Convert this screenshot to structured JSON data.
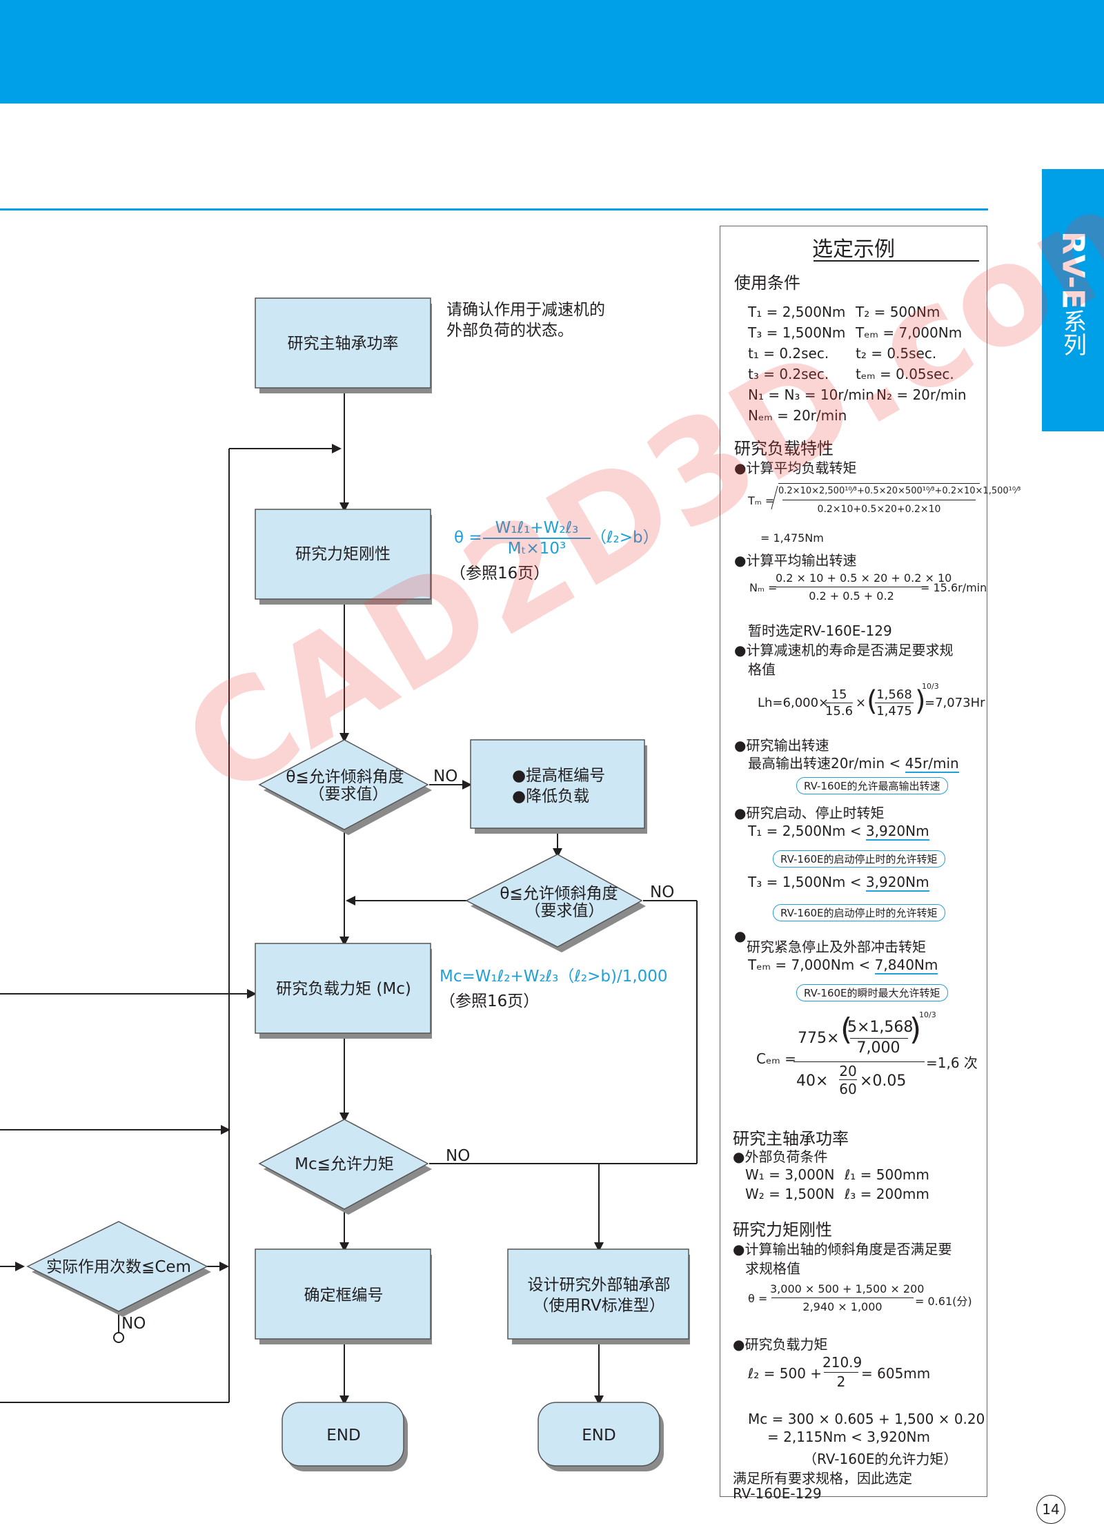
{
  "side_tab": {
    "main": "RV-E",
    "sub": "系列"
  },
  "flow": {
    "box_shaft": "研究主轴承功率",
    "note_shaft_1": "请确认作用于减速机的",
    "note_shaft_2": "外部负荷的状态。",
    "box_stiffness": "研究力矩刚性",
    "formula_theta_num": "W₁ℓ₁+W₂ℓ₃",
    "formula_theta_prefix": "θ =",
    "formula_theta_den": "Mₜ×10³",
    "formula_theta_cond": "（ℓ₂>b）",
    "ref_16_a": "（参照16页）",
    "diamond1_line1": "θ≦允许倾斜角度",
    "diamond1_line2": "（要求值）",
    "no_1": "NO",
    "box_improve_1": "●提高框编号",
    "box_improve_2": "●降低负载",
    "diamond2_line1": "θ≦允许倾斜角度",
    "diamond2_line2": "（要求值）",
    "no_2": "NO",
    "box_load_moment": "研究负载力矩 (Mc)",
    "formula_mc": "Mc=W₁ℓ₂+W₂ℓ₃（ℓ₂>b)/1,000",
    "ref_16_b": "（参照16页）",
    "diamond3": "Mc≦允许力矩",
    "no_3": "NO",
    "box_confirm": "确定框编号",
    "box_design_1": "设计研究外部轴承部",
    "box_design_2": "（使用RV标准型）",
    "end_1": "END",
    "end_2": "END",
    "diamond_cem": "实际作用次数≦Cem",
    "no_4": "NO"
  },
  "panel": {
    "title": "选定示例",
    "cond_head": "使用条件",
    "c1a": "T₁ = 2,500Nm",
    "c1b": "T₂ = 500Nm",
    "c2a": "T₃ = 1,500Nm",
    "c2b": "Tₑₘ = 7,000Nm",
    "c3a": "t₁ = 0.2sec.",
    "c3b": "t₂ = 0.5sec.",
    "c4a": "t₃ = 0.2sec.",
    "c4b": "tₑₘ = 0.05sec.",
    "c5a": "N₁ = N₃ = 10r/min",
    "c5b": "N₂ = 20r/min",
    "c6": "Nₑₘ = 20r/min",
    "load_head": "研究负载特性",
    "avg_torque": "●计算平均负载转矩",
    "tm_lhs": "Tₘ =",
    "tm_num": "0.2×10×2,500¹⁰⁄³+0.5×20×500¹⁰⁄³+0.2×10×1,500¹⁰⁄³",
    "tm_den": "0.2×10+0.5×20+0.2×10",
    "tm_result": "= 1,475Nm",
    "avg_speed": "●计算平均输出转速",
    "nm_lhs": "Nₘ =",
    "nm_num": "0.2 × 10 + 0.5 × 20 + 0.2 × 10",
    "nm_den": "0.2 + 0.5 + 0.2",
    "nm_result": "= 15.6r/min",
    "temp_select": "暂时选定RV-160E-129",
    "life_1": "●计算减速机的寿命是否满足要求规",
    "life_2": "格值",
    "lh_lhs": "Lh=6,000×",
    "lh_f1_num": "15",
    "lh_f1_den": "15.6",
    "lh_times": "×",
    "lh_f2_num": "1,568",
    "lh_f2_den": "1,475",
    "lh_exp": "10/3",
    "lh_result": "=7,073Hr",
    "out_speed": "●研究输出转速",
    "max_speed_a": "最高输出转速20r/min < ",
    "max_speed_b": "45r/min",
    "pill_1": "RV-160E的允许最高输出转速",
    "start_stop": "●研究启动、停止时转矩",
    "t1_a": "T₁ = 2,500Nm < ",
    "t1_b": "3,920Nm",
    "pill_2": "RV-160E的启动停止时的允许转矩",
    "t3_a": "T₃ = 1,500Nm < ",
    "t3_b": "3,920Nm",
    "pill_3": "RV-160E的启动停止时的允许转矩",
    "emerg": "研究紧急停止及外部冲击转矩",
    "tem_a": "Tₑₘ = 7,000Nm < ",
    "tem_b": "7,840Nm",
    "pill_4": "RV-160E的瞬时最大允许转矩",
    "cem_lhs": "Cₑₘ =",
    "cem_num_a": "775×",
    "cem_in_num": "5×1,568",
    "cem_in_den": "7,000",
    "cem_den_a": "40×",
    "cem_den_fnum": "20",
    "cem_den_fden": "60",
    "cem_den_b": "×0.05",
    "cem_exp": "10/3",
    "cem_result": "=1,6 次",
    "shaft_head": "研究主轴承功率",
    "ext_load": "●外部负荷条件",
    "w1": "W₁ = 3,000N",
    "l1": "ℓ₁ = 500mm",
    "w2": "W₂ = 1,500N",
    "l3": "ℓ₃ = 200mm",
    "stiff_head": "研究力矩刚性",
    "tilt_1": "●计算输出轴的倾斜角度是否满足要",
    "tilt_2": "求规格值",
    "theta_lhs": "θ =",
    "theta_num": "3,000 × 500 + 1,500 × 200",
    "theta_den": "2,940 × 1,000",
    "theta_result": "= 0.61(分)",
    "moment_head": "●研究负载力矩",
    "l2_lhs": "ℓ₂ = 500 +",
    "l2_num": "210.9",
    "l2_den": "2",
    "l2_result": "= 605mm",
    "mc_1": "Mc = 300 × 0.605 + 1,500 × 0.20",
    "mc_2": "= 2,115Nm < 3,920Nm",
    "mc_3": "（RV-160E的允许力矩）",
    "concl_1": "满足所有要求规格，因此选定",
    "concl_2": "RV-160E-129"
  },
  "page_number": "14",
  "watermark": "CAD2D3D.com",
  "colors": {
    "accent": "#00a0e9",
    "box": "#cde7f5",
    "formula": "#1fa0d8"
  }
}
